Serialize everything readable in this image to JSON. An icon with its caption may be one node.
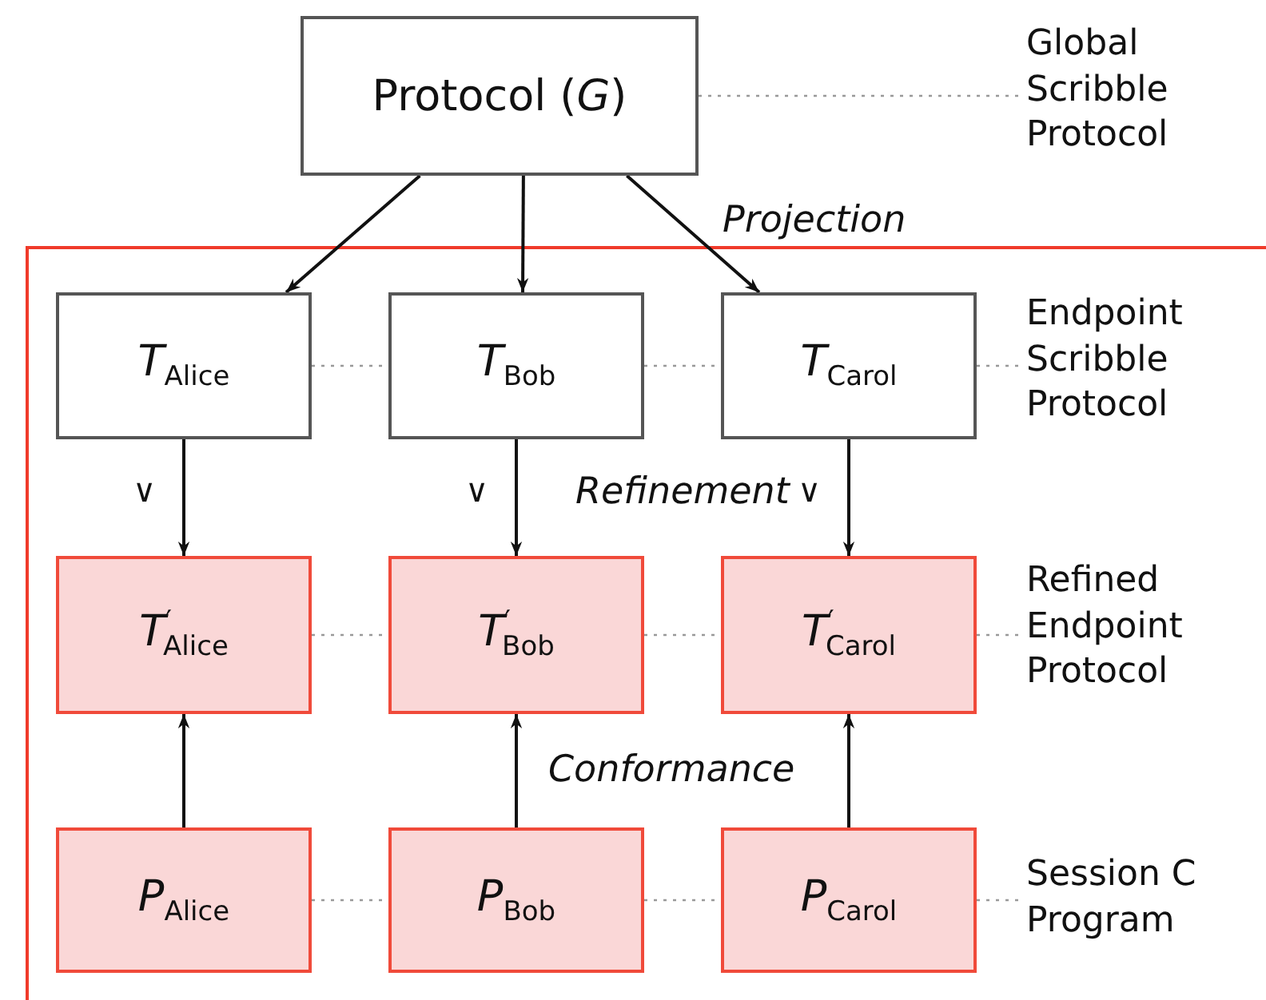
{
  "diagram": {
    "nodes": [
      {
        "text": [
          "Protocol (*G*)"
        ]
      },
      {
        "text": [
          "*T*$_{Alice}$"
        ]
      },
      {
        "text": [
          "*T*$_{Bob}$"
        ]
      },
      {
        "text": [
          "*T*$_{Carol}$"
        ]
      },
      {
        "text": [
          "*T*$^{′}$$_{Alice}$"
        ]
      },
      {
        "text": [
          "*T*$^{′}$$_{Bob}$"
        ]
      },
      {
        "text": [
          "*T*$^{′}$$_{Carol}$"
        ]
      },
      {
        "text": [
          "*P*$_{Alice}$"
        ]
      },
      {
        "text": [
          "*P*$_{Bob}$"
        ]
      },
      {
        "text": [
          "*P*$_{Carol}$"
        ]
      },
      {
        "text": [
          "Global Scribble Protocol"
        ]
      },
      {
        "text": [
          "Endpoint Scribble Protocol"
        ]
      },
      {
        "text": [
          "Refined Endpoint Protocol"
        ]
      },
      {
        "text": [
          "Session C Program"
        ]
      }
    ],
    "edges": [
      {
        "from": 0,
        "to": 1,
        "arrow": "to",
        "color": "#111111"
      },
      {
        "from": 0,
        "to": 2,
        "arrow": "to",
        "color": "#111111"
      },
      {
        "from": 0,
        "to": 3,
        "arrow": "to",
        "color": "#111111"
      },
      {
        "from": 1,
        "to": 4,
        "arrow": "to",
        "label": "∨",
        "color": "#111111"
      },
      {
        "from": 2,
        "to": 5,
        "arrow": "to",
        "label": "∨",
        "color": "#111111"
      },
      {
        "from": 3,
        "to": 6,
        "arrow": "to",
        "label": "∨",
        "color": "#111111"
      },
      {
        "from": 7,
        "to": 4,
        "arrow": "to",
        "color": "#111111"
      },
      {
        "from": 8,
        "to": 5,
        "arrow": "to",
        "color": "#111111"
      },
      {
        "from": 9,
        "to": 6,
        "arrow": "to",
        "color": "#111111"
      },
      {
        "from": 0,
        "to": 10,
        "arrow": "none",
        "style": "dashed",
        "color": "#999999"
      },
      {
        "from": 1,
        "to": 2,
        "arrow": "none",
        "style": "dashed",
        "color": "#999999"
      },
      {
        "from": 2,
        "to": 3,
        "arrow": "none",
        "style": "dashed",
        "color": "#999999"
      },
      {
        "from": 3,
        "to": 11,
        "arrow": "none",
        "style": "dashed",
        "color": "#999999"
      },
      {
        "from": 4,
        "to": 5,
        "arrow": "none",
        "style": "dashed",
        "color": "#999999"
      },
      {
        "from": 5,
        "to": 6,
        "arrow": "none",
        "style": "dashed",
        "color": "#999999"
      },
      {
        "from": 6,
        "to": 12,
        "arrow": "none",
        "style": "dashed",
        "color": "#999999"
      },
      {
        "from": 7,
        "to": 8,
        "arrow": "none",
        "style": "dashed",
        "color": "#999999"
      },
      {
        "from": 8,
        "to": 9,
        "arrow": "none",
        "style": "dashed",
        "color": "#999999"
      },
      {
        "from": 9,
        "to": 13,
        "arrow": "none",
        "style": "dashed",
        "color": "#999999"
      }
    ],
    "labels": [
      "Projection",
      "Refinement",
      "Conformance"
    ]
  }
}
